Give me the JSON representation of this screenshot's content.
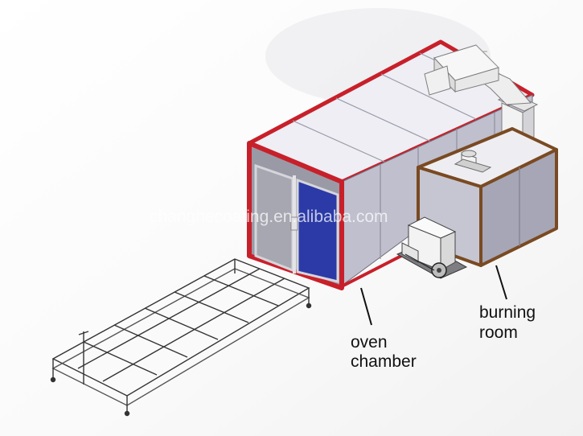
{
  "watermark": "changhecoating.en.alibaba.com",
  "labels": {
    "oven_line1": "oven",
    "oven_line2": "chamber",
    "burning_line1": "burning",
    "burning_line2": "room"
  },
  "colors": {
    "frame_red": "#c8202a",
    "panel_gray": "#bfbfcd",
    "panel_dark": "#8e8e9e",
    "roof_light": "#eeeef4",
    "door_blue": "#2b3aa6",
    "brown_trim": "#7a4a22",
    "duct_light": "#f2f2f2"
  }
}
